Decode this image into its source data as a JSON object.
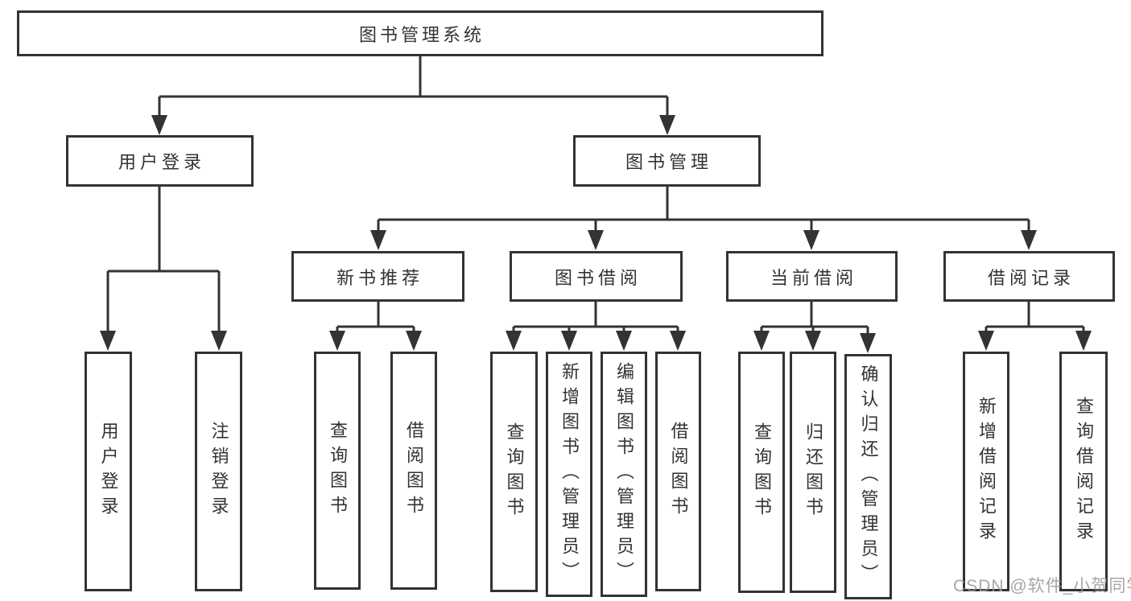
{
  "nodes": {
    "root": "图书管理系统",
    "user_login": "用户登录",
    "book_mgmt": "图书管理",
    "new_books": "新书推荐",
    "book_borrow": "图书借阅",
    "current_borrow": "当前借阅",
    "borrow_records": "借阅记录"
  },
  "leaves": {
    "user_login": "用户登录",
    "logout": "注销登录",
    "nb_query": "查询图书",
    "nb_borrow": "借阅图书",
    "bb_query": "查询图书",
    "bb_add": "新增图书（管理员）",
    "bb_edit": "编辑图书（管理员）",
    "bb_borrow": "借阅图书",
    "cb_query": "查询图书",
    "cb_return": "归还图书",
    "cb_confirm": "确认归还（管理员）",
    "br_add": "新增借阅记录",
    "br_query": "查询借阅记录"
  },
  "watermark": "CSDN @软件_小贺同学",
  "colors": {
    "line": "#333333",
    "text": "#333333",
    "background": "#ffffff",
    "watermark": "#969696"
  }
}
